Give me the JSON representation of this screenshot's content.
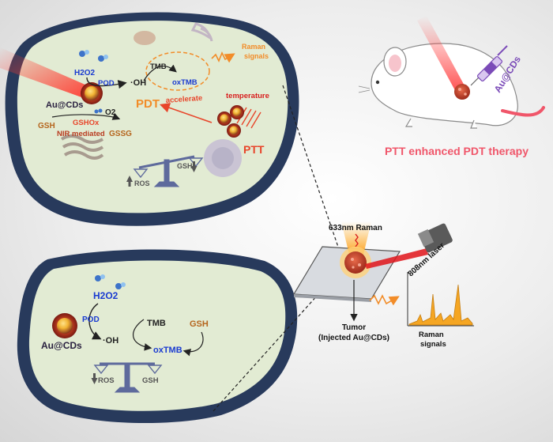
{
  "cell_top": {
    "h2o2": "H2O2",
    "pod": "POD",
    "oh": "·OH",
    "tmb": "TMB",
    "oxtmb": "oxTMB",
    "raman": [
      "Raman",
      "signals"
    ],
    "aucds": "Au@CDs",
    "pdt": "PDT",
    "accelerate": "accelerate",
    "temperature": "temperature",
    "o2": "O2",
    "gshox": "GSHOx",
    "gsh": "GSH",
    "nir": "NIR mediated",
    "gssg": "GSSG",
    "ptt": "PTT",
    "ros": "ROS",
    "gsh_balance": "GSH"
  },
  "cell_bottom": {
    "h2o2": "H2O2",
    "aucds": "Au@CDs",
    "pod": "POD",
    "oh": "·OH",
    "tmb": "TMB",
    "gsh": "GSH",
    "oxtmb": "oxTMB",
    "ros": "ROS",
    "gsh_balance": "GSH"
  },
  "mouse": {
    "syringe_label": "Au@CDs",
    "caption": "PTT enhanced PDT therapy"
  },
  "setup": {
    "raman_laser": "633nm Raman",
    "nir_laser": "808nm laser",
    "tumor": [
      "Tumor",
      "(Injected Au@CDs)"
    ],
    "signals": [
      "Raman",
      "signals"
    ]
  },
  "colors": {
    "cell_border": "#283a5c",
    "cytoplasm": "#e2ebd3",
    "pdt_orange": "#f28c28",
    "ptt_red": "#e8452a",
    "pod_blue": "#1a3bd1",
    "gsh_brown": "#b5651d",
    "caption_red": "#f0566a",
    "syringe_purple": "#7b4bb8"
  }
}
